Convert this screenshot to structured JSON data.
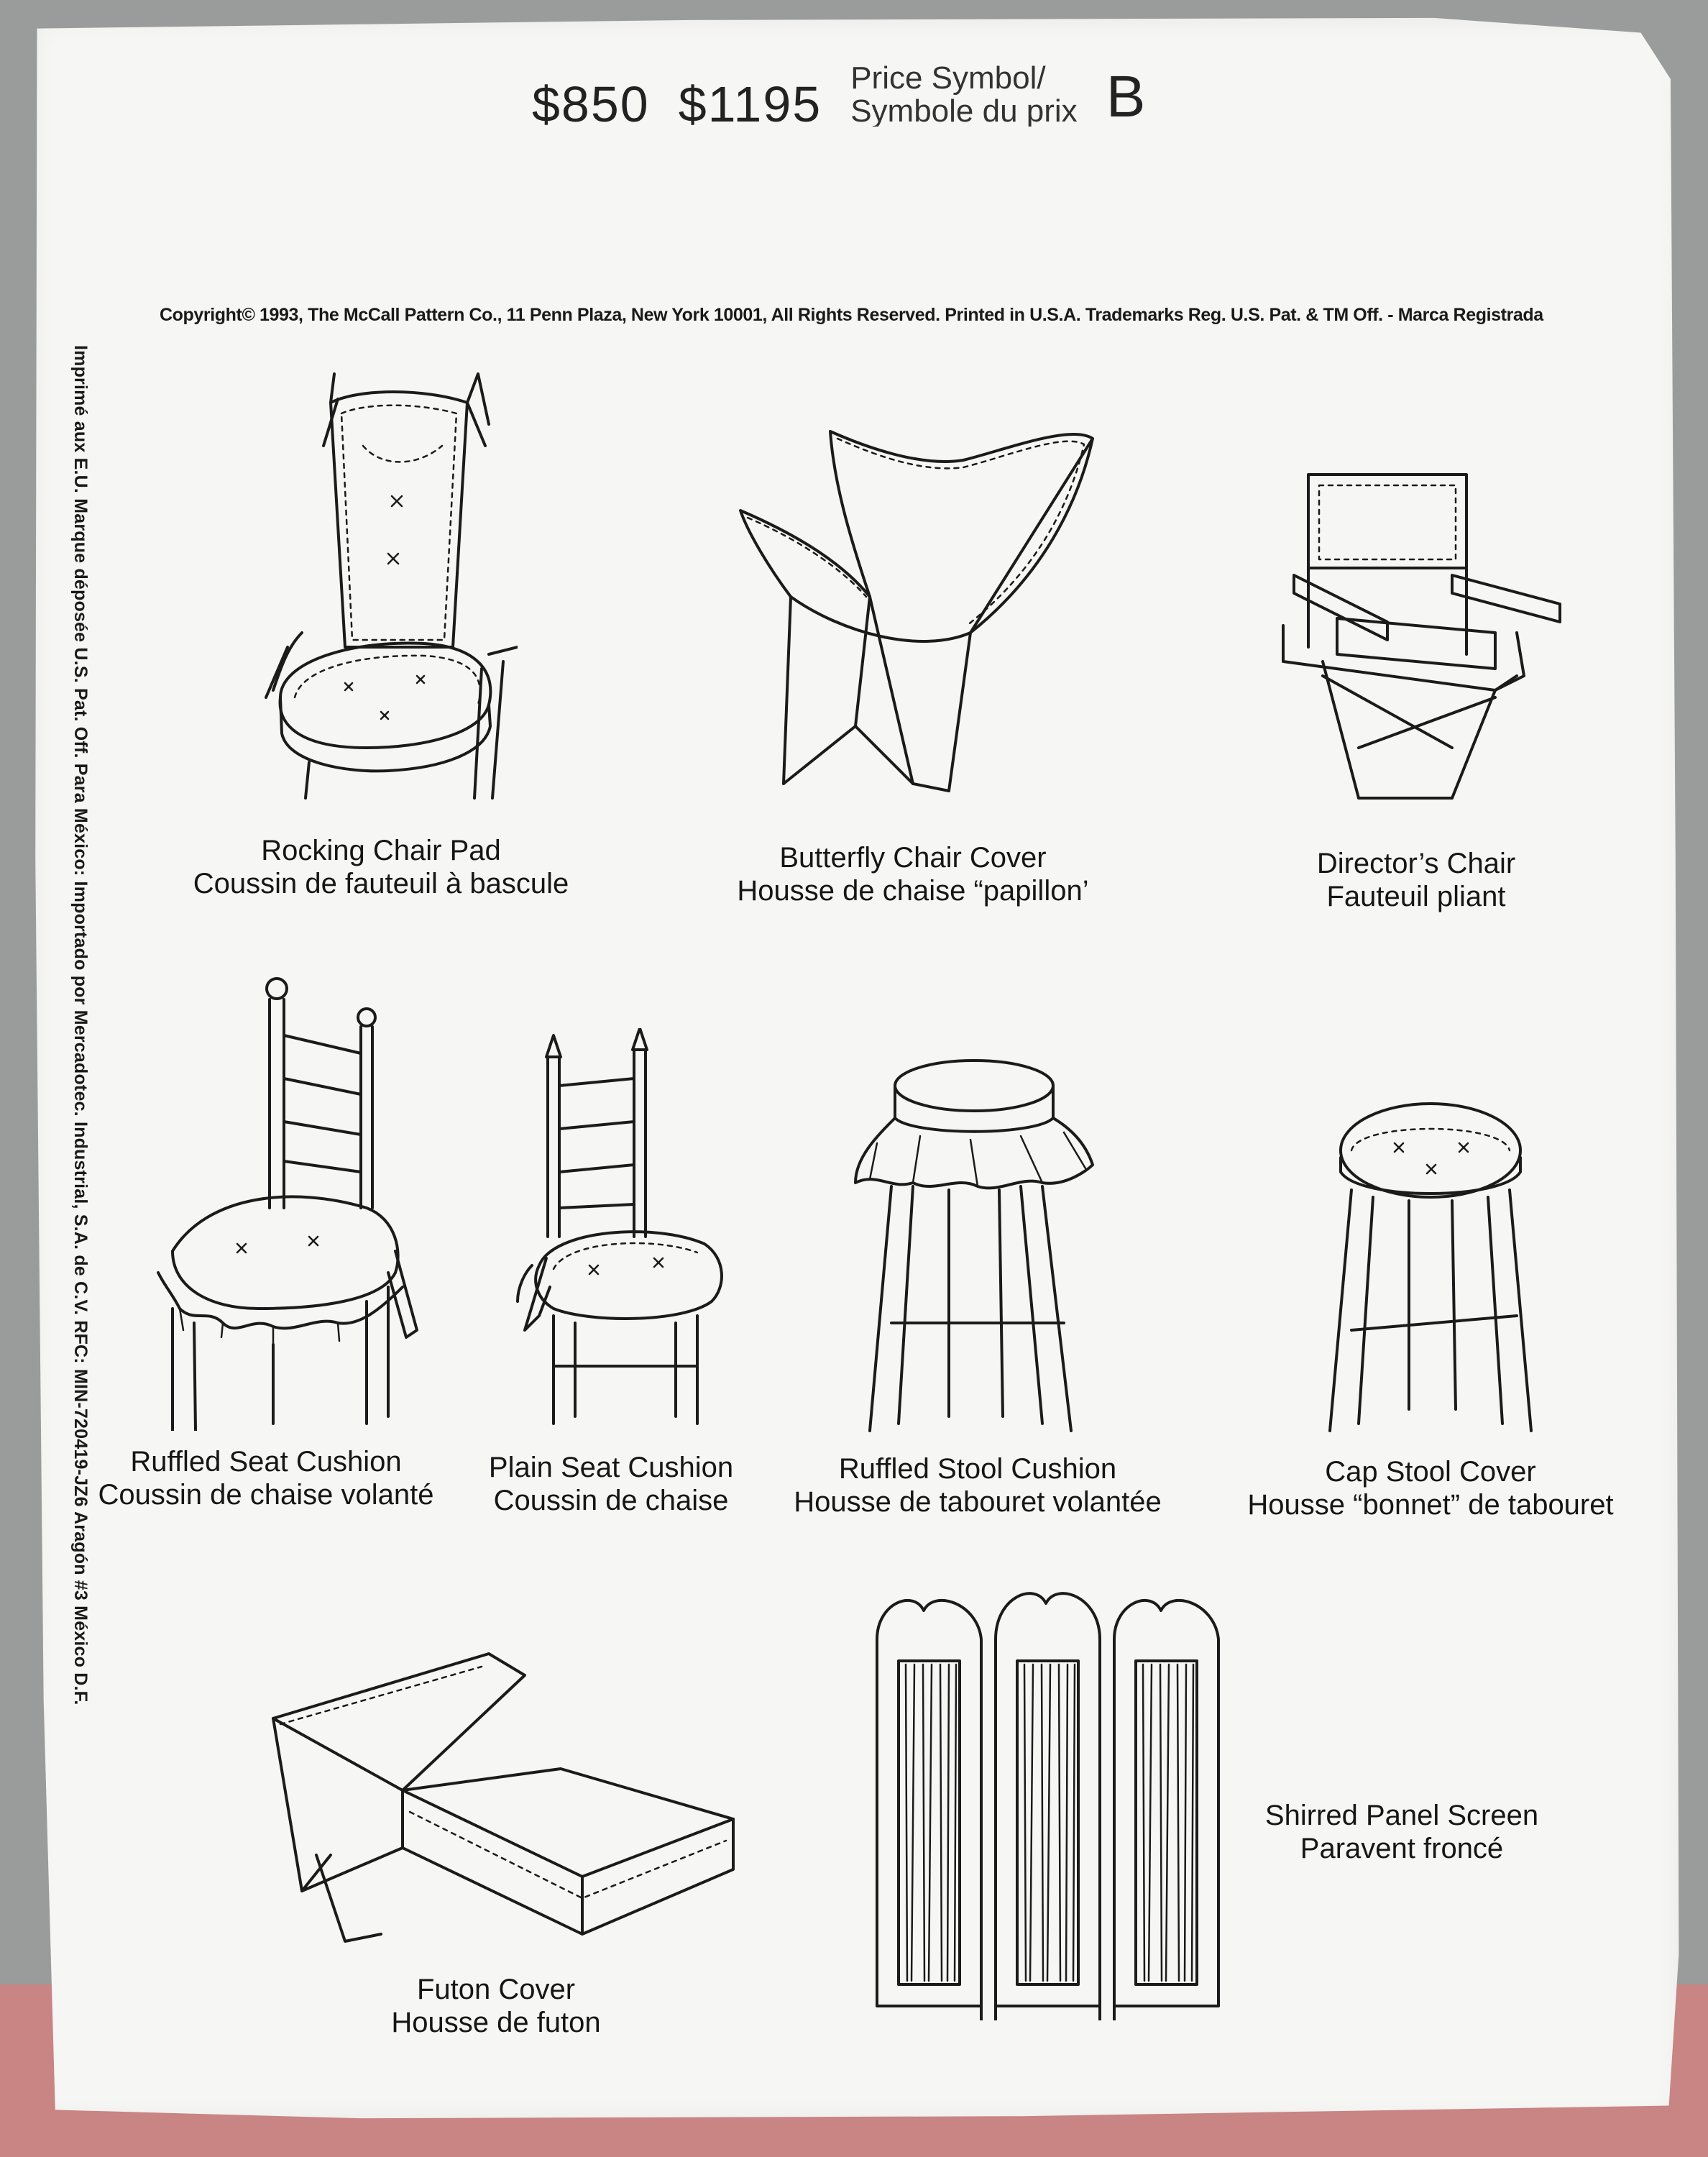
{
  "header": {
    "price_us": "$850",
    "price_can": "$1195",
    "price_symbol_en": "Price Symbol/",
    "price_symbol_fr": "Symbole du prix",
    "price_symbol_letter": "B"
  },
  "copyright": "Copyright© 1993, The McCall Pattern Co., 11 Penn Plaza, New York 10001, All Rights Reserved. Printed in U.S.A. Trademarks Reg. U.S. Pat. & TM Off. - Marca Registrada",
  "side_imprint": "Imprimé aux E.U. Marque déposée U.S. Pat. Off. Para México: Importado por Mercadotec. Industrial, S.A. de C.V. RFC: MIN-720419-JZ6 Aragón #3 México D.F.",
  "items": [
    {
      "name_en": "Rocking Chair Pad",
      "name_fr": "Coussin de fauteuil à bascule",
      "icon": "rocking-chair-pad-drawing"
    },
    {
      "name_en": "Butterfly Chair Cover",
      "name_fr": "Housse de chaise “papillon’",
      "icon": "butterfly-chair-drawing"
    },
    {
      "name_en": "Director’s Chair",
      "name_fr": "Fauteuil pliant",
      "icon": "directors-chair-drawing"
    },
    {
      "name_en": "Ruffled Seat Cushion",
      "name_fr": "Coussin de chaise volanté",
      "icon": "ruffled-seat-cushion-drawing"
    },
    {
      "name_en": "Plain Seat Cushion",
      "name_fr": "Coussin de chaise",
      "icon": "plain-seat-cushion-drawing"
    },
    {
      "name_en": "Ruffled Stool Cushion",
      "name_fr": "Housse de tabouret volantée",
      "icon": "ruffled-stool-cushion-drawing"
    },
    {
      "name_en": "Cap Stool Cover",
      "name_fr": "Housse “bonnet” de tabouret",
      "icon": "cap-stool-cover-drawing"
    },
    {
      "name_en": "Futon Cover",
      "name_fr": "Housse de futon",
      "icon": "futon-cover-drawing"
    },
    {
      "name_en": "Shirred Panel Screen",
      "name_fr": "Paravent froncé",
      "icon": "shirred-panel-screen-drawing"
    }
  ]
}
